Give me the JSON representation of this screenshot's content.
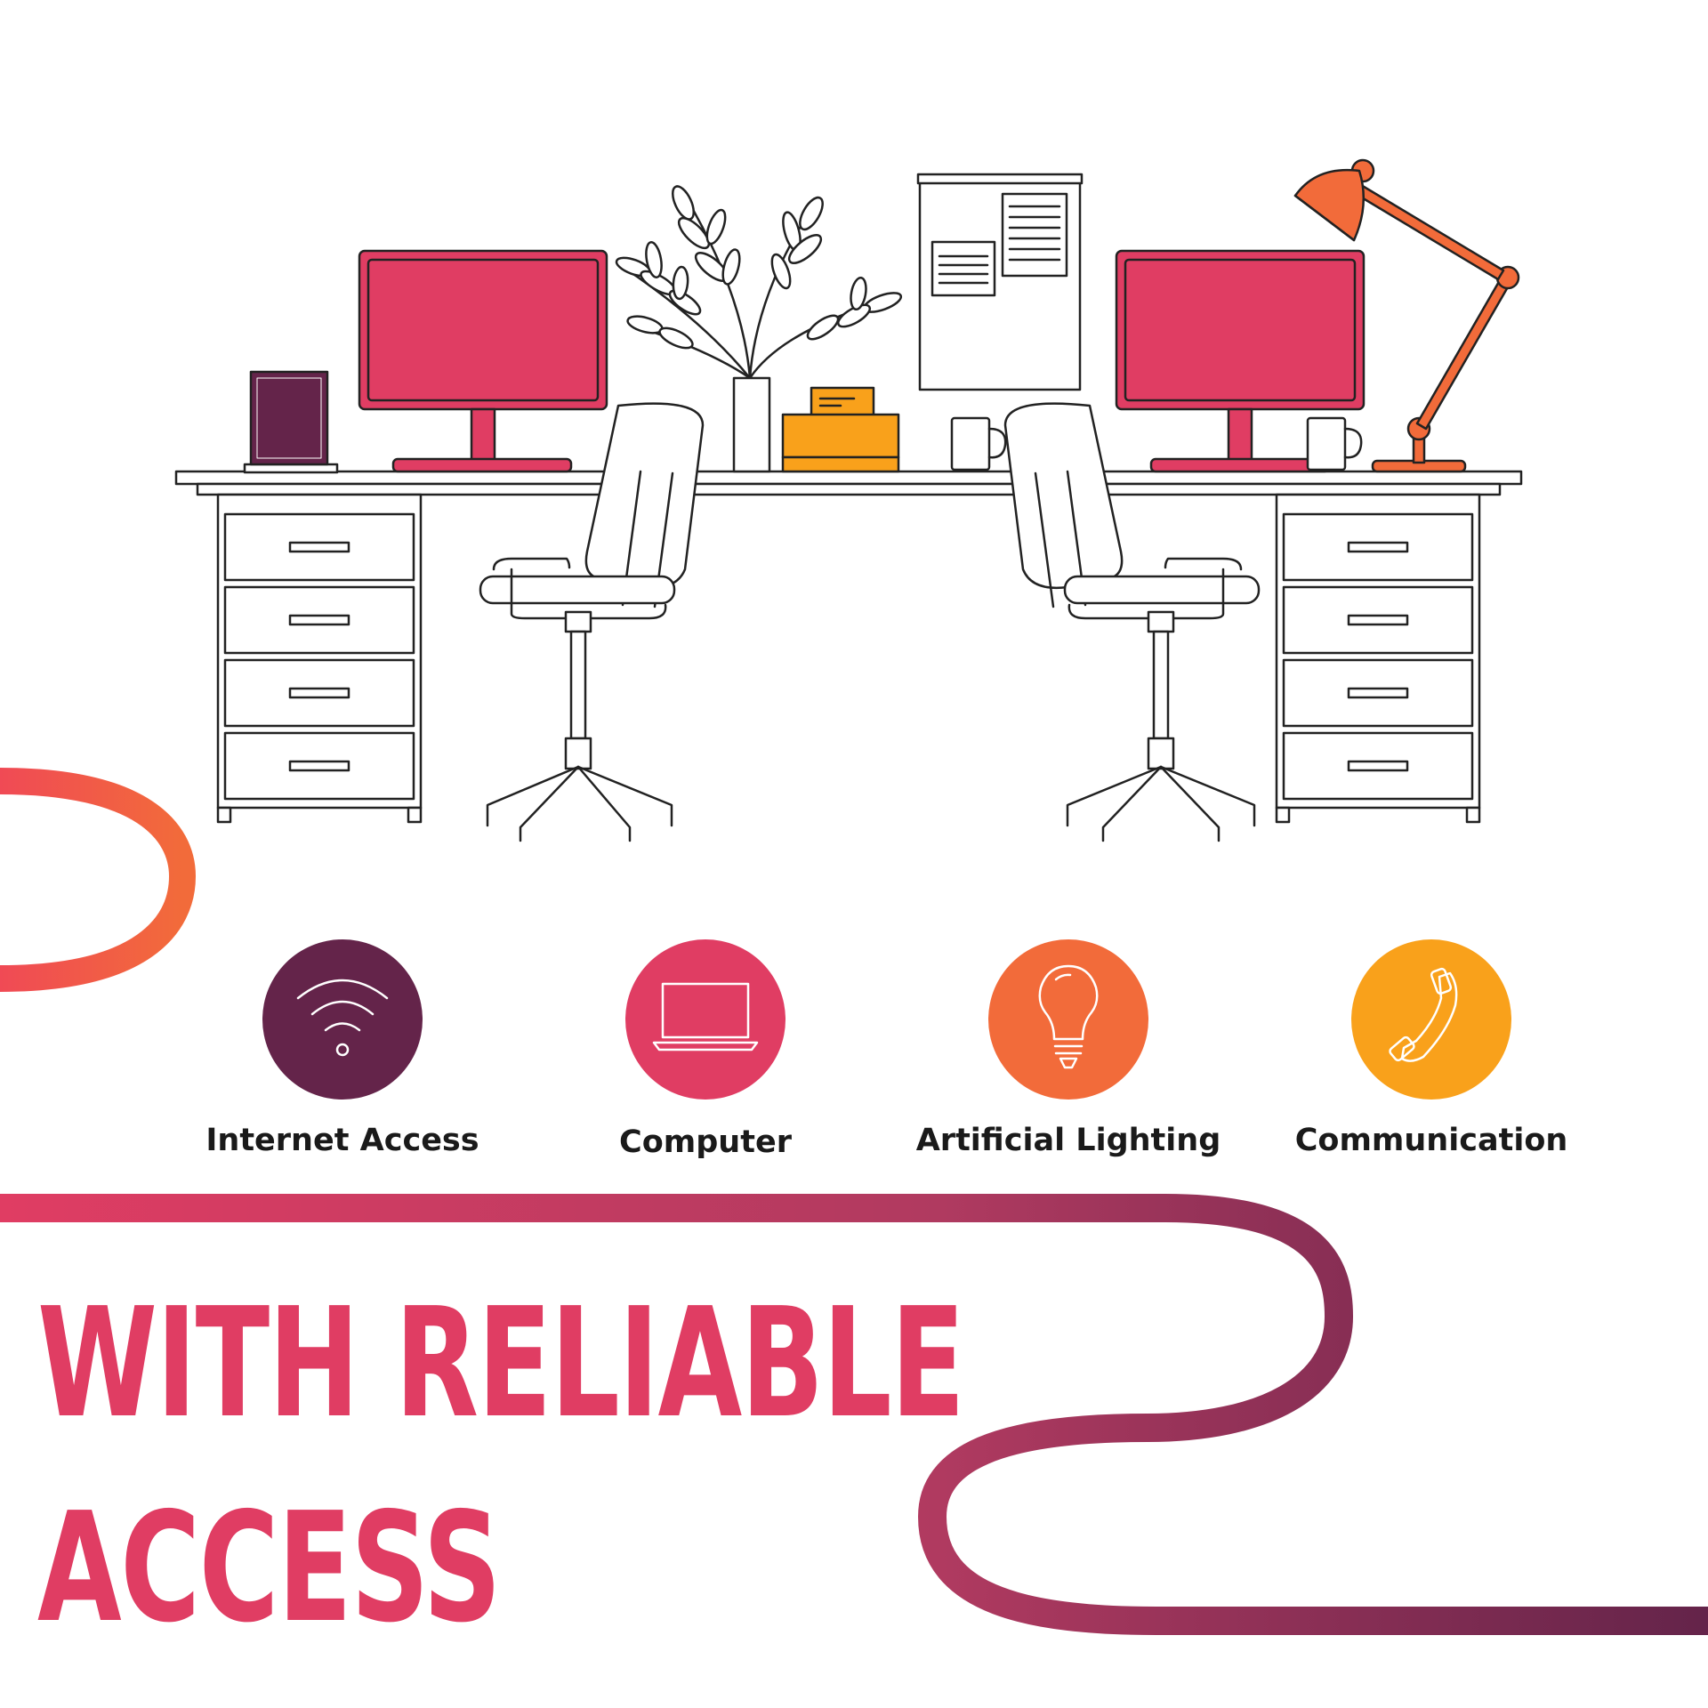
{
  "colors": {
    "plum": "#64244a",
    "pink": "#e03d63",
    "orange": "#f26b3a",
    "amber": "#f9a11b",
    "outline": "#222222"
  },
  "features": [
    {
      "label": "Internet Access",
      "icon": "wifi-icon",
      "color": "#64244a"
    },
    {
      "label": "Computer",
      "icon": "laptop-icon",
      "color": "#e03d63"
    },
    {
      "label": "Artificial Lighting",
      "icon": "lightbulb-icon",
      "color": "#f26b3a"
    },
    {
      "label": "Communication",
      "icon": "phone-icon",
      "color": "#f9a11b"
    }
  ],
  "headline": {
    "line1": "WITH RELIABLE",
    "line2": "ACCESS",
    "color": "#e03d63"
  }
}
